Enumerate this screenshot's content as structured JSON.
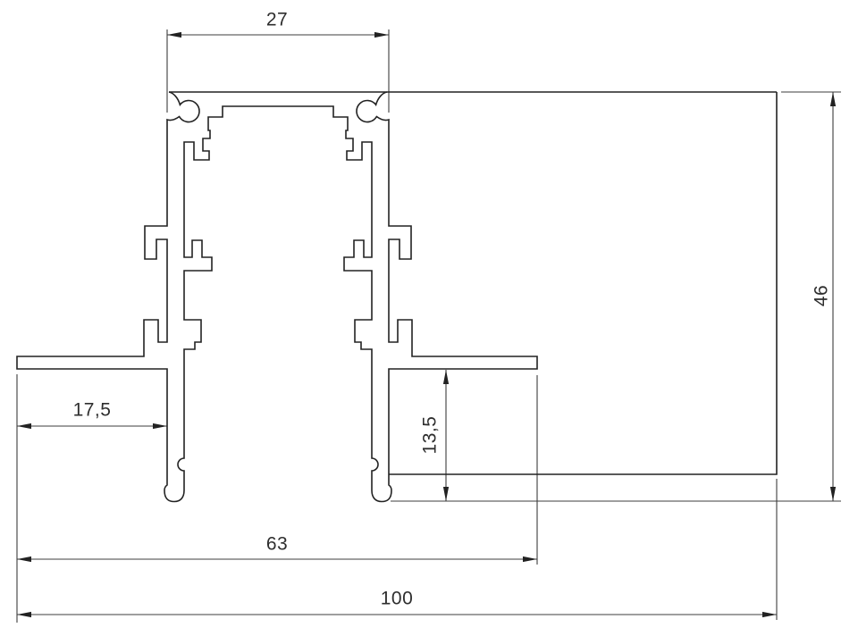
{
  "page": {
    "background": "#ffffff"
  },
  "drawing": {
    "type": "profile-cross-section-technical-drawing",
    "outline_color": "#222222",
    "dimension_color": "#3d3d3d",
    "labels": {
      "top_width": "27",
      "total_height": "46",
      "left_flange_width": "17,5",
      "lower_depth": "13,5",
      "inner_width": "63",
      "total_width": "100"
    }
  }
}
